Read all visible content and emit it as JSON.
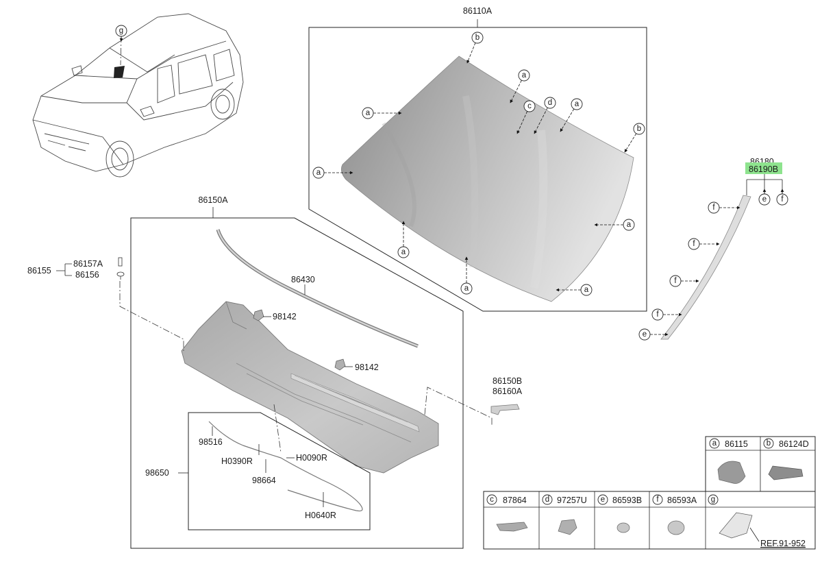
{
  "parts": {
    "windshield_glass": "86110A",
    "cowl_top_cover": "86150A",
    "cowl_seal": "86430",
    "washer_nozzle": "98142",
    "screw_group": "86155",
    "screw_a": "86157A",
    "screw_b": "86156",
    "side_cover_a": "86150B",
    "side_cover_b": "86160A",
    "molding_a": "86180",
    "molding_b": "86190B",
    "hose_assembly": "98650",
    "check_valve": "98516",
    "hose_1": "H0390R",
    "hose_2": "H0090R",
    "connector": "98664",
    "hose_3": "H0640R"
  },
  "callout_letters": {
    "a": "a",
    "b": "b",
    "c": "c",
    "d": "d",
    "e": "e",
    "f": "f",
    "g": "g"
  },
  "legend": {
    "a": {
      "letter": "a",
      "part": "86115"
    },
    "b": {
      "letter": "b",
      "part": "86124D"
    },
    "c": {
      "letter": "c",
      "part": "87864"
    },
    "d": {
      "letter": "d",
      "part": "97257U"
    },
    "e": {
      "letter": "e",
      "part": "86593B"
    },
    "f": {
      "letter": "f",
      "part": "86593A"
    },
    "g": {
      "letter": "g",
      "ref": "REF.91-952"
    }
  },
  "colors": {
    "highlight": "#8ee38e",
    "glass_dark": "#8f8f8f",
    "glass_light": "#dcdcdc",
    "part_fill": "#c8c8c8"
  }
}
